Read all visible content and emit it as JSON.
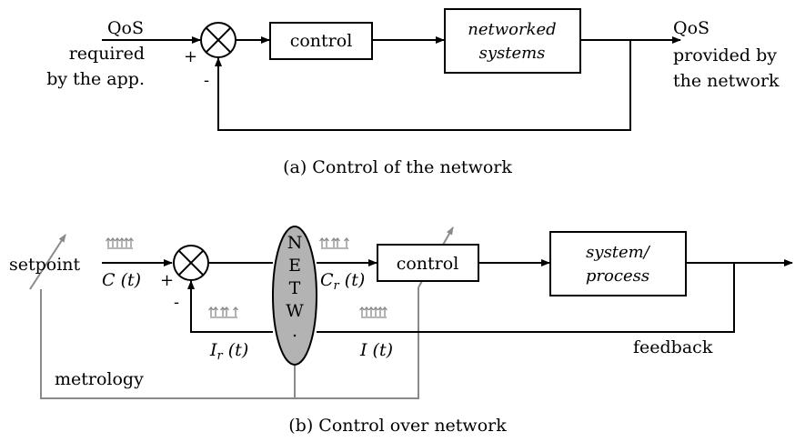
{
  "diagram_a": {
    "input_label_line1": "QoS",
    "input_label_line2": "required",
    "input_label_line3": "by the app.",
    "plus_sign": "+",
    "minus_sign": "-",
    "control_label": "control",
    "system_label_line1": "networked",
    "system_label_line2": "systems",
    "output_label_line1": "QoS",
    "output_label_line2": "provided by",
    "output_label_line3": "the network",
    "caption": "(a) Control of the network"
  },
  "diagram_b": {
    "setpoint_label": "setpoint",
    "c_label": "C (t)",
    "plus_sign": "+",
    "minus_sign": "-",
    "network_letters": [
      "N",
      "E",
      "T",
      "W",
      "."
    ],
    "cr_label": "Cr (t)",
    "control_label": "control",
    "system_label_line1": "system/",
    "system_label_line2": "process",
    "ir_label": "Ir (t)",
    "i_label": "I (t)",
    "feedback_label": "feedback",
    "metrology_label": "metrology",
    "caption": "(b) Control over network"
  },
  "colors": {
    "line": "#000000",
    "metrology_gray": "#8a8a8a",
    "network_fill": "#b3b3b3"
  }
}
